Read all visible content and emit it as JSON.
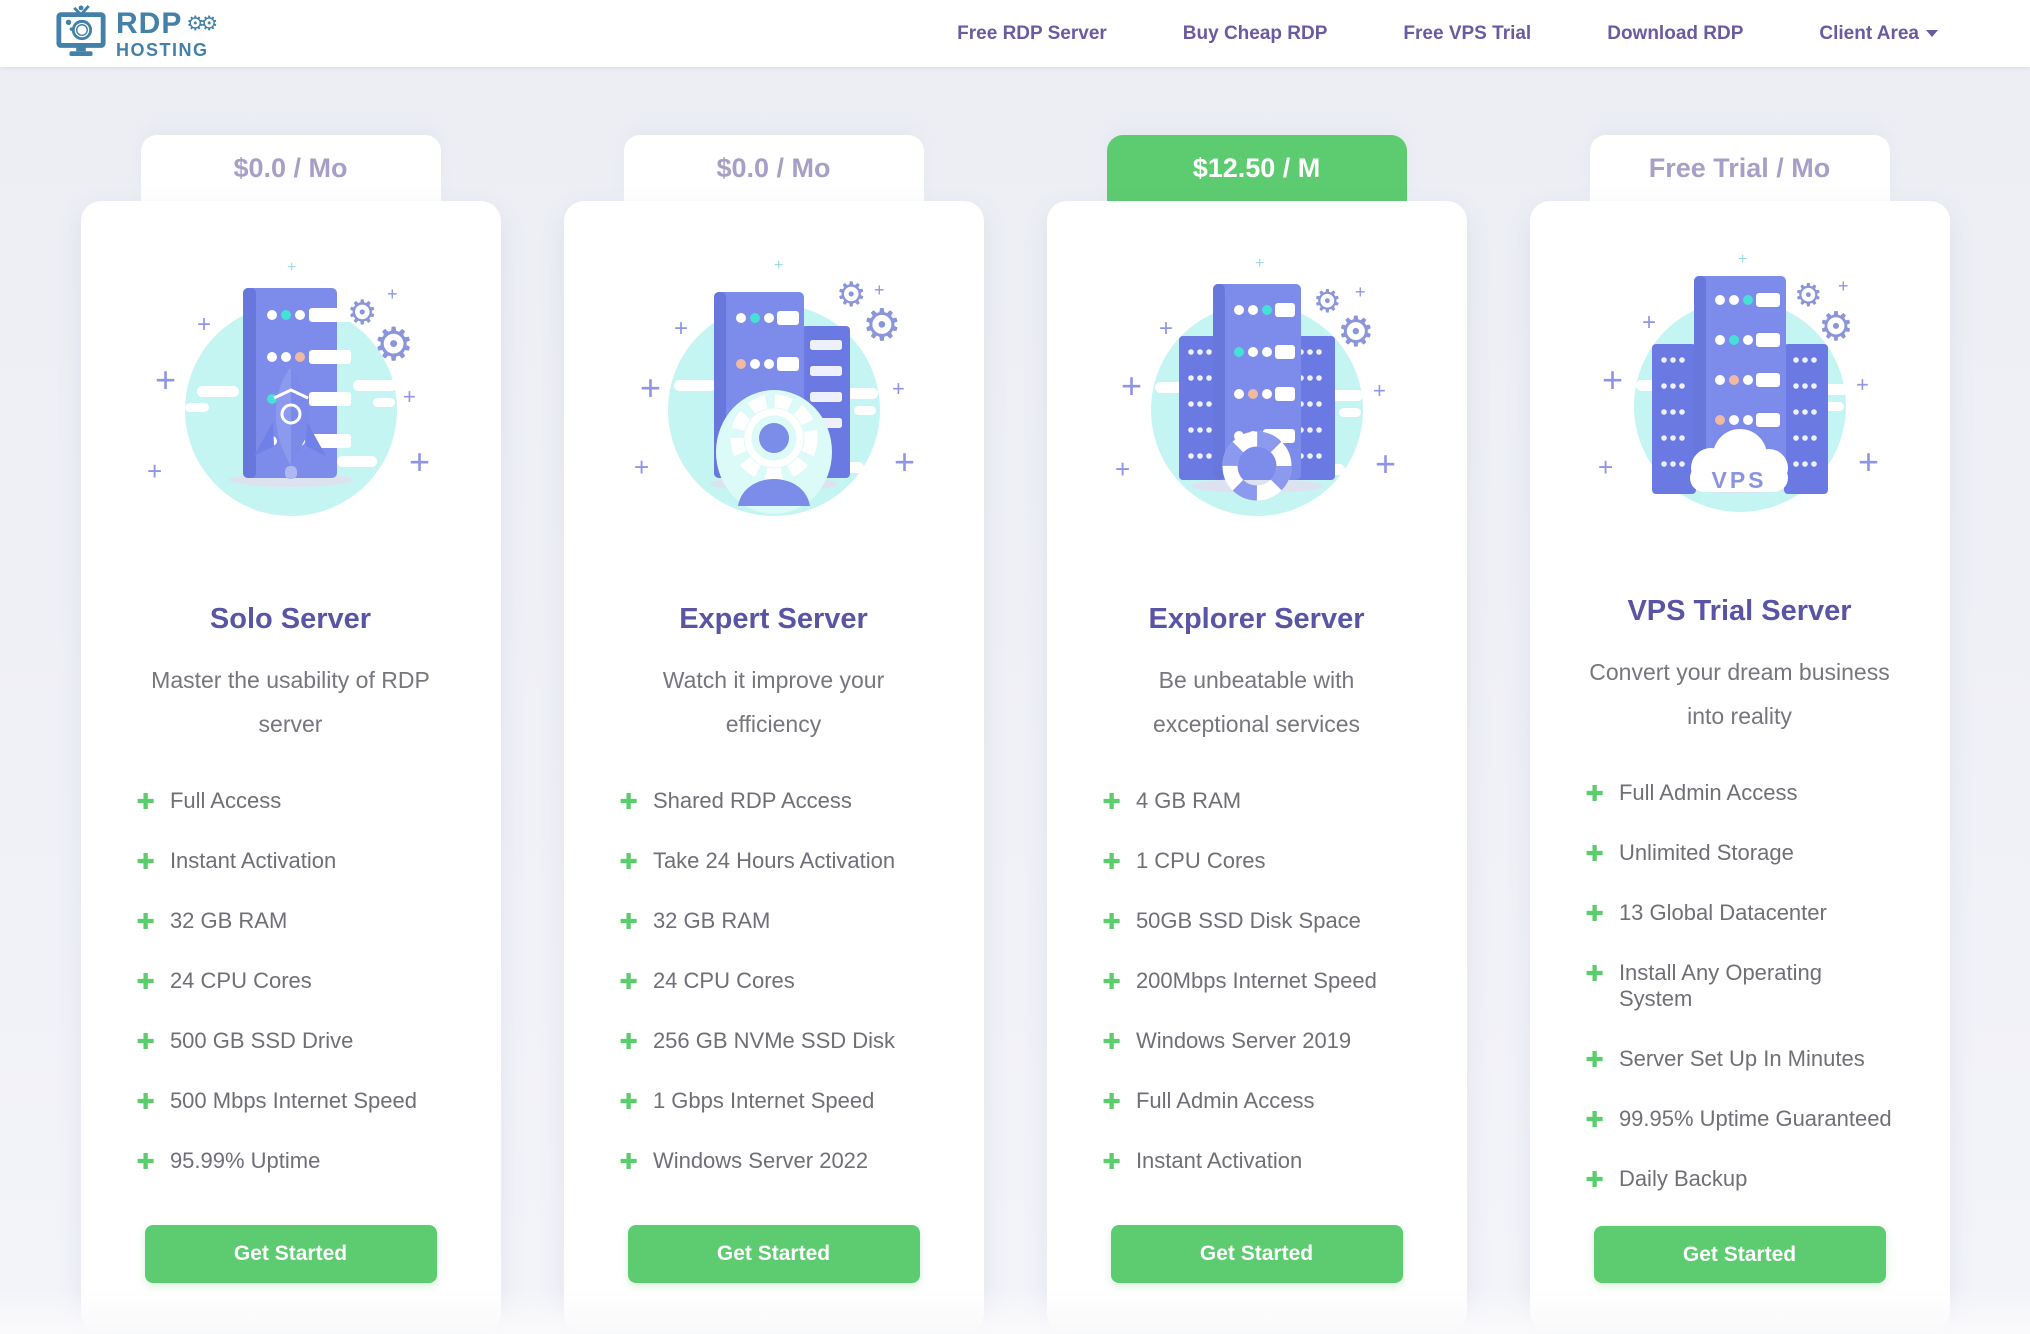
{
  "brand": {
    "line1": "RDP",
    "line2": "HOSTING"
  },
  "nav": {
    "items": [
      {
        "label": "Free RDP Server"
      },
      {
        "label": "Buy Cheap RDP"
      },
      {
        "label": "Free VPS Trial"
      },
      {
        "label": "Download RDP"
      },
      {
        "label": "Client Area"
      }
    ]
  },
  "icons": {
    "logo": "monitor-icon",
    "logo_accent": "gears-icon",
    "nav_caret": "chevron-down-icon",
    "feature_bullet": "plus-icon"
  },
  "colors": {
    "accent_green": "#5dcc70",
    "brand_teal": "#4381a8",
    "nav_purple": "#6a5aa0",
    "title_purple": "#5a54a4",
    "price_muted_purple": "#a89fc6",
    "feature_text": "#6f6f77",
    "page_background": "#f0f1f7",
    "illustration_cyan": "#c5f5f2",
    "illustration_purple": "#7d8bea"
  },
  "plans": [
    {
      "price": "$0.0 / Mo",
      "highlighted": false,
      "name": "Solo Server",
      "tagline": "Master the usability of RDP server",
      "features": [
        "Full Access",
        "Instant Activation",
        "32 GB RAM",
        "24 CPU Cores",
        "500 GB SSD Drive",
        "500 Mbps Internet Speed",
        "95.99% Uptime"
      ],
      "cta": "Get Started",
      "illustration": "server-rocket"
    },
    {
      "price": "$0.0 / Mo",
      "highlighted": false,
      "name": "Expert Server",
      "tagline": "Watch it improve your efficiency",
      "features": [
        "Shared RDP Access",
        "Take 24 Hours Activation",
        "32 GB RAM",
        "24 CPU Cores",
        "256 GB NVMe SSD Disk",
        "1 Gbps Internet Speed",
        "Windows Server 2022"
      ],
      "cta": "Get Started",
      "illustration": "server-person-gear"
    },
    {
      "price": "$12.50 / M",
      "highlighted": true,
      "name": "Explorer Server",
      "tagline": "Be unbeatable with exceptional services",
      "features": [
        "4 GB RAM",
        "1 CPU Cores",
        "50GB SSD Disk Space",
        "200Mbps Internet Speed",
        "Windows Server 2019",
        "Full Admin Access",
        "Instant Activation"
      ],
      "cta": "Get Started",
      "illustration": "server-lifebuoy"
    },
    {
      "price": "Free Trial / Mo",
      "highlighted": false,
      "name": "VPS Trial Server",
      "tagline": "Convert your dream business into reality",
      "features": [
        "Full Admin Access",
        "Unlimited Storage",
        "13 Global Datacenter",
        "Install Any Operating System",
        "Server Set Up In Minutes",
        "99.95% Uptime Guaranteed",
        "Daily Backup"
      ],
      "cta": "Get Started",
      "illustration": "server-vps-cloud"
    }
  ]
}
